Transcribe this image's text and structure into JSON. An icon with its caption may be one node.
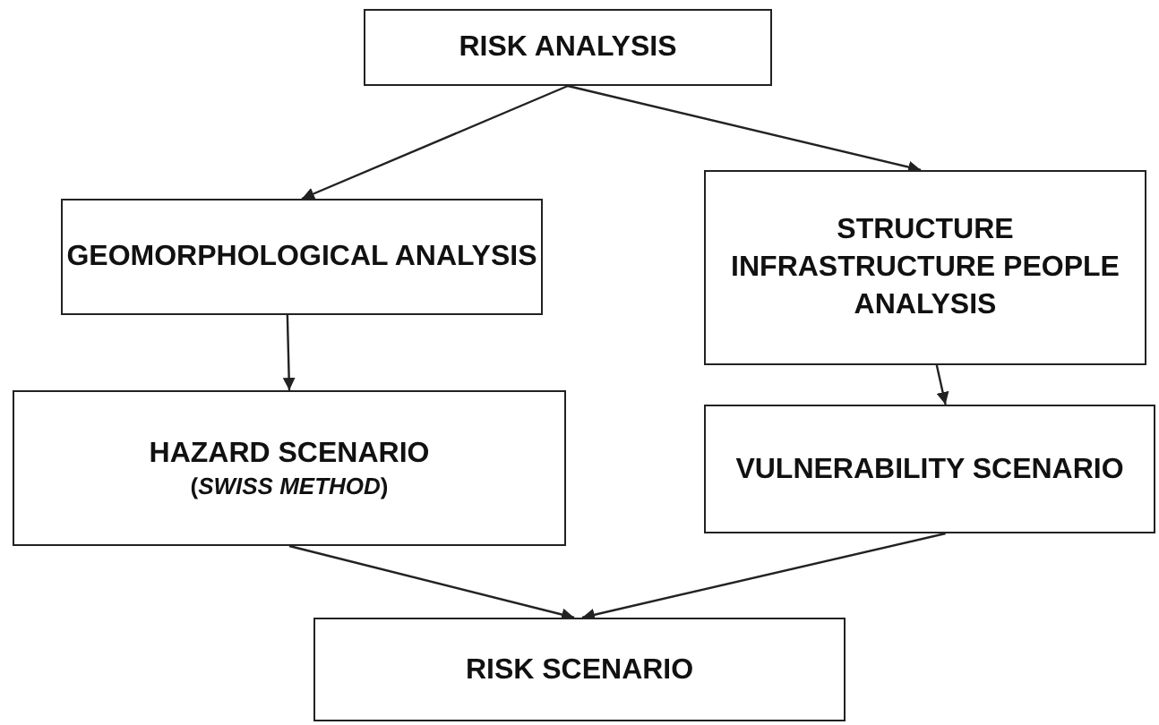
{
  "diagram": {
    "nodes": [
      {
        "text": [
          "RISK ANALYSIS"
        ]
      },
      {
        "text": [
          "GEOMORPHOLOGICAL ANALYSIS"
        ]
      },
      {
        "text": [
          "STRUCTURE INFRASTRUCTURE PEOPLE ANALYSIS"
        ]
      },
      {
        "text": [
          "HAZARD SCENARIO",
          "(*SWISS METHOD*)"
        ]
      },
      {
        "text": [
          "VULNERABILITY SCENARIO"
        ]
      },
      {
        "text": [
          "RISK SCENARIO"
        ]
      }
    ],
    "edges": [
      {
        "from": 0,
        "to": 1,
        "arrow": "to"
      },
      {
        "from": 0,
        "to": 2,
        "arrow": "to"
      },
      {
        "from": 1,
        "to": 3,
        "arrow": "to"
      },
      {
        "from": 2,
        "to": 4,
        "arrow": "to"
      },
      {
        "from": 3,
        "to": 5,
        "arrow": "to"
      },
      {
        "from": 4,
        "to": 5,
        "arrow": "to"
      }
    ]
  }
}
